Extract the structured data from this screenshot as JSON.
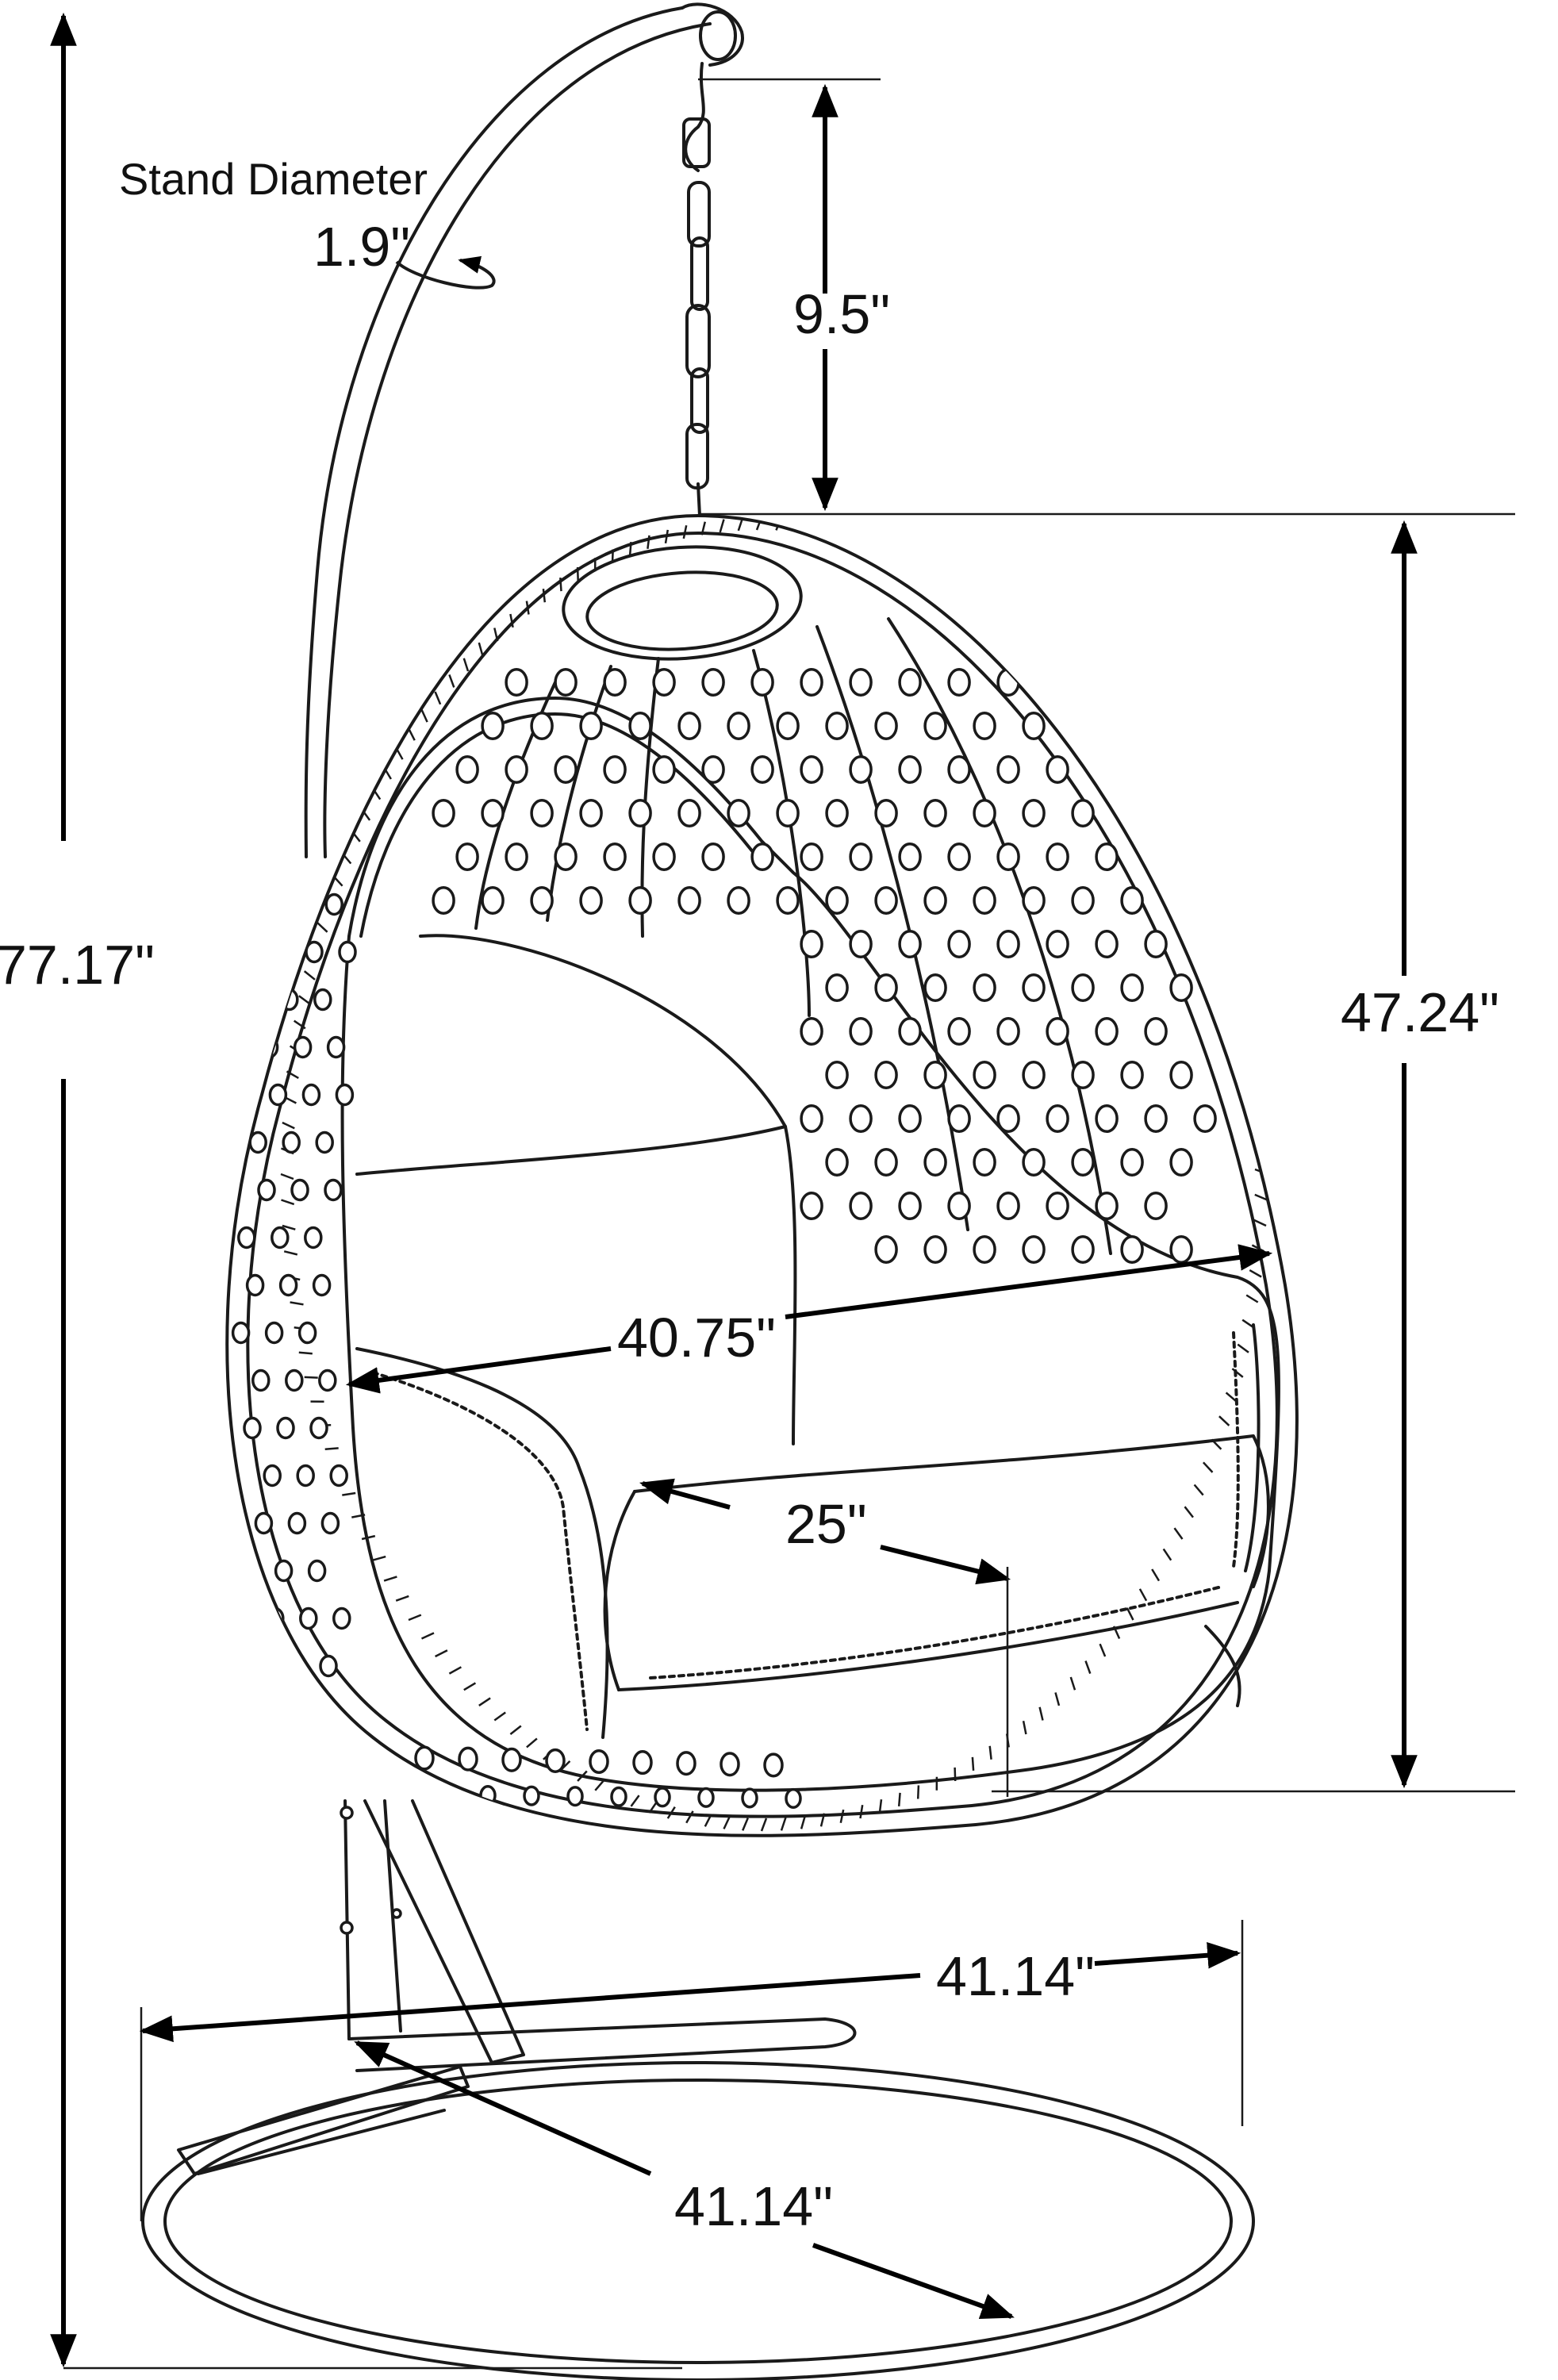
{
  "labels": {
    "stand_diameter_title": "Stand Diameter",
    "stand_diameter_value": "1.9\"",
    "chain_length": "9.5\"",
    "overall_height": "77.17\"",
    "chair_height": "47.24\"",
    "chair_width": "40.75\"",
    "seat_depth": "25\"",
    "base_width": "41.14\"",
    "base_depth": "41.14\""
  }
}
